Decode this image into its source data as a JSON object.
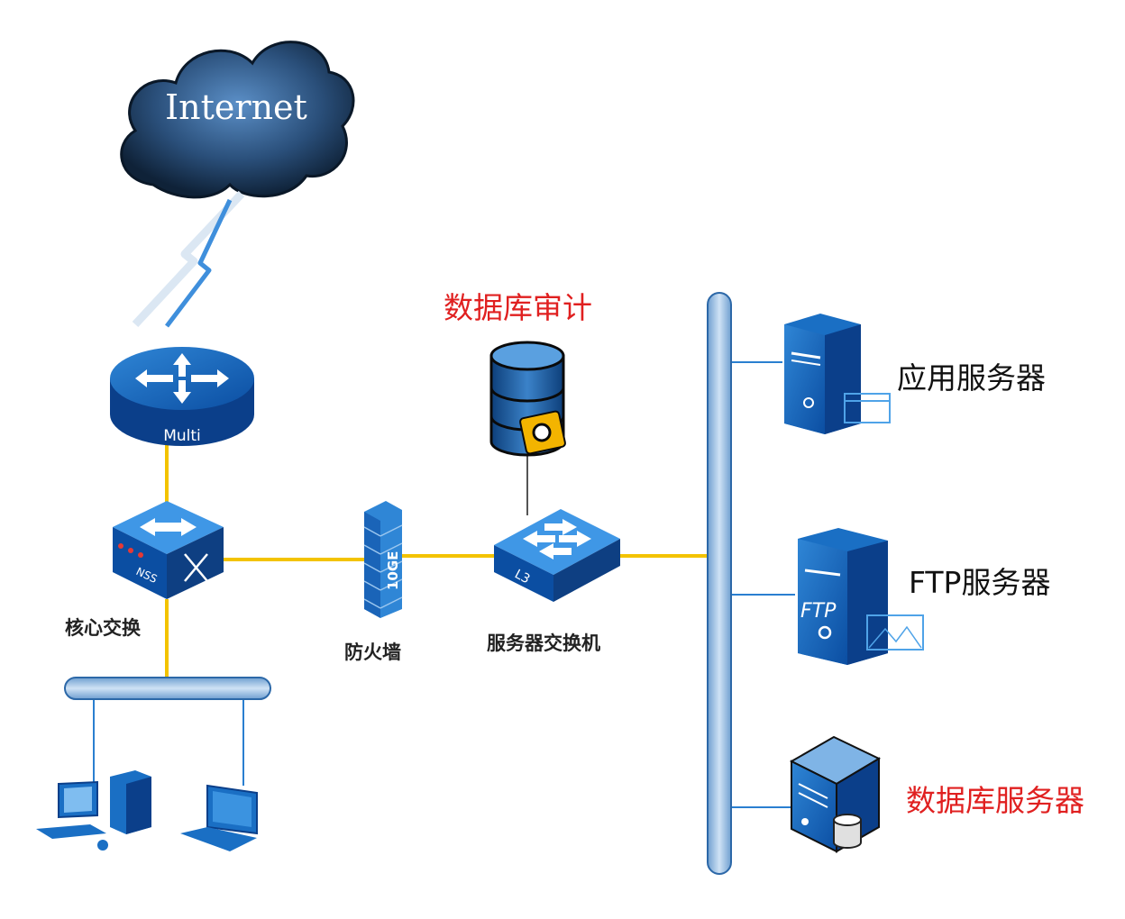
{
  "cloud": {
    "label": "Internet"
  },
  "router": {
    "label": "Multi"
  },
  "core_switch": {
    "label": "核心交换",
    "badge": "NSS"
  },
  "firewall": {
    "label": "防火墙",
    "badge": "10GE"
  },
  "server_switch": {
    "label": "服务器交换机",
    "badge": "L3"
  },
  "db_audit": {
    "label": "数据库审计"
  },
  "app_server": {
    "label": "应用服务器"
  },
  "ftp_server": {
    "label": "FTP服务器",
    "badge": "FTP"
  },
  "db_server": {
    "label": "数据库服务器"
  },
  "colors": {
    "link": "#f3c300",
    "device_blue": "#1565c0",
    "device_dark": "#0d47a1",
    "bus": "#9ec3e6",
    "highlight_label": "#e02020"
  }
}
